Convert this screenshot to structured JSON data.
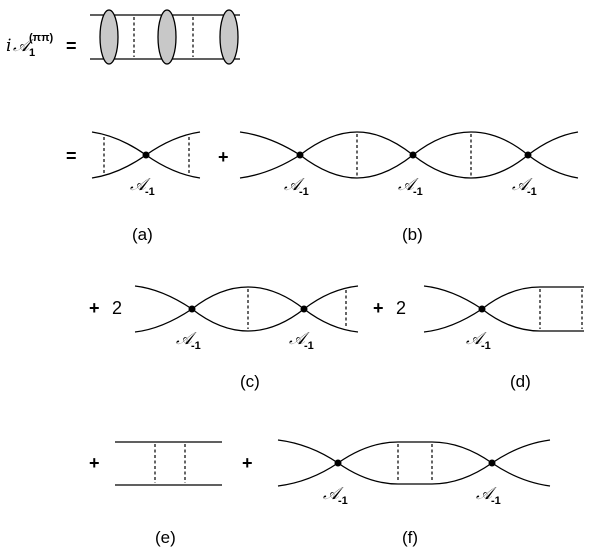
{
  "lhs": {
    "i": "i",
    "A": "𝒜",
    "sub": "1",
    "sup": "(ππ)",
    "eq": "="
  },
  "vertex_label": {
    "A": "𝒜",
    "sub": "-1"
  },
  "row1": {
    "eq": "=",
    "plus": "+"
  },
  "row2": {
    "plus1": "+",
    "coef1": "2",
    "plus2": "+",
    "coef2": "2"
  },
  "row3": {
    "plus1": "+",
    "plus2": "+"
  },
  "labels": {
    "a": "(a)",
    "b": "(b)",
    "c": "(c)",
    "d": "(d)",
    "e": "(e)",
    "f": "(f)"
  }
}
